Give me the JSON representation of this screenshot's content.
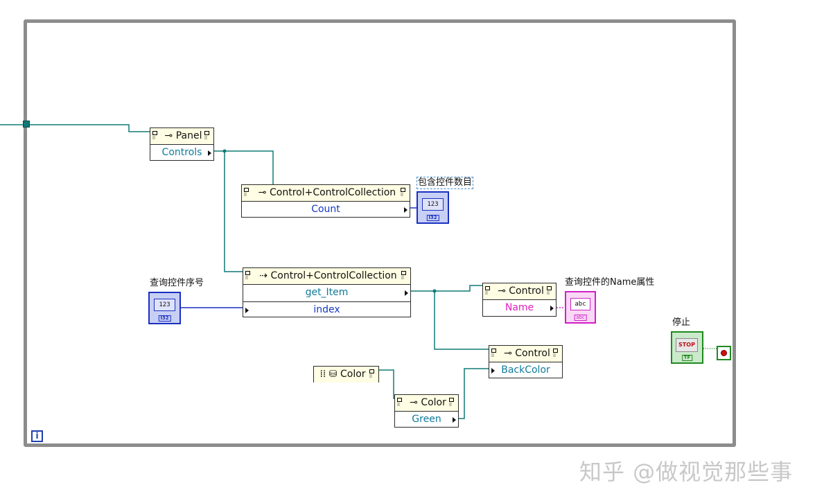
{
  "loop": {
    "iteration_label": "i"
  },
  "nodes": {
    "panel": {
      "header": "Panel",
      "rows": [
        "Controls"
      ]
    },
    "collection_count": {
      "header": "Control+ControlCollection",
      "rows": [
        "Count"
      ]
    },
    "collection_item": {
      "header": "Control+ControlCollection",
      "rows": [
        "get_Item",
        "index"
      ]
    },
    "control_name": {
      "header": "Control",
      "rows": [
        "Name"
      ]
    },
    "control_backcolor": {
      "header": "Control",
      "rows": [
        "BackColor"
      ]
    },
    "color_constructor": {
      "header": "Color"
    },
    "color_green": {
      "header": "Color",
      "rows": [
        "Green"
      ]
    }
  },
  "labels": {
    "count_indicator": "包含控件数目",
    "index_control": "查询控件序号",
    "name_indicator": "查询控件的Name属性",
    "stop": "停止"
  },
  "indicators": {
    "count_value": "123",
    "count_type": "I32",
    "index_value": "123",
    "index_type": "I32",
    "name_value": "abc",
    "name_type": "abc",
    "stop_value": "STOP",
    "stop_type": "TF"
  },
  "watermark": "知乎 @做视觉那些事",
  "colors": {
    "wire_reference": "#0e7a75",
    "wire_numeric": "#1a2fc0",
    "wire_string": "#d020c8",
    "wire_boolean": "#1f8a1f",
    "loop_border": "#8c8c8c",
    "node_header": "#fffde3"
  }
}
